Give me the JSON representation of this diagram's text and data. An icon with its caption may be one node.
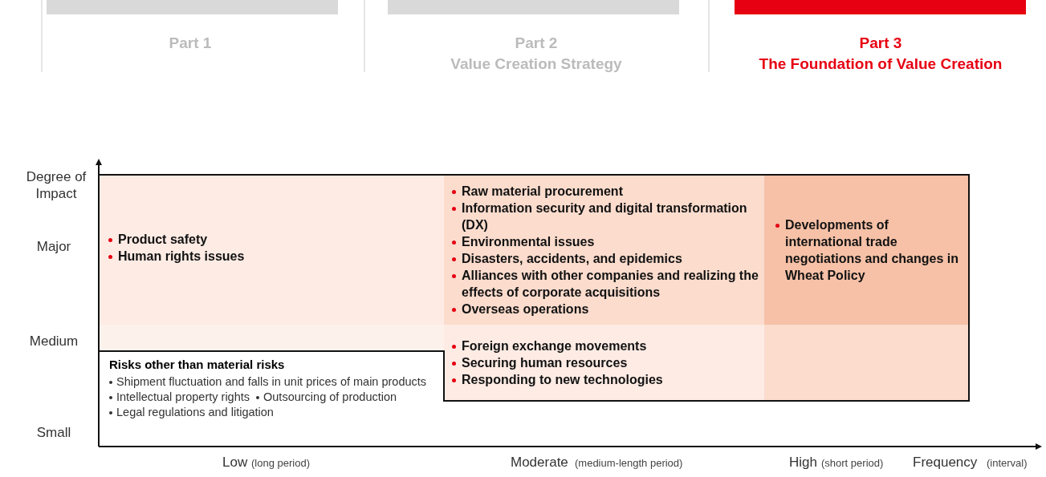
{
  "diagram": {
    "nodes": [
      {
        "text": [],
        "shape": "box"
      },
      {
        "text": [],
        "shape": "box"
      },
      {
        "text": [],
        "shape": "box"
      },
      {
        "text": [
          "Product safety",
          "Human rights issues"
        ]
      },
      {
        "text": [
          "Raw material procurement",
          "Information security and digital transformation (DX)",
          "Environmental issues",
          "Disasters, accidents, and epidemics",
          "Alliances with other companies and realizing the effects of corporate acquisitions",
          "Overseas operations"
        ]
      },
      {
        "text": [
          "Developments of international trade negotiations and changes in Wheat Policy"
        ]
      },
      {
        "text": [],
        "shape": "box"
      },
      {
        "text": [
          "Foreign exchange movements",
          "Securing human resources",
          "Responding to new technologies"
        ]
      },
      {
        "text": [],
        "shape": "box"
      },
      {
        "text": [
          "Risks other than material risks",
          "Shipment fluctuation and falls in unit prices of main products",
          "Intellectual property rights",
          "Outsourcing of production",
          "Legal regulations and litigation"
        ]
      }
    ],
    "edges": [],
    "labels": [
      "Part 1",
      "Part 2",
      "Value Creation Strategy",
      "Part 3",
      "The Foundation of Value Creation",
      "Degree of Impact",
      "Major",
      "Medium",
      "Small",
      "Low",
      "(long period)",
      "Moderate",
      "(medium-length period)",
      "High",
      "(short period)",
      "Frequency",
      "(interval)"
    ]
  }
}
